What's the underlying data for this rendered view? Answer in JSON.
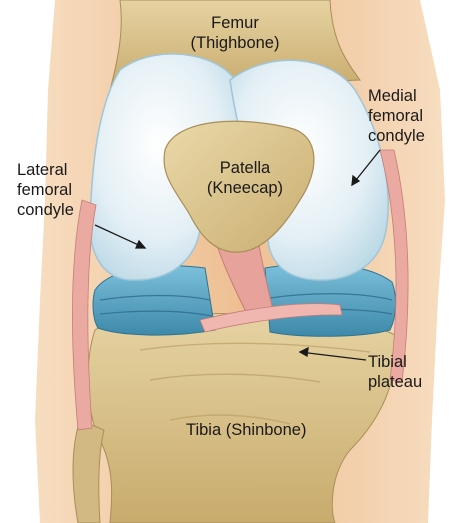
{
  "labels": {
    "femur": "Femur\n(Thighbone)",
    "medial": "Medial\nfemoral\ncondyle",
    "lateral": "Lateral\nfemoral\ncondyle",
    "patella": "Patella\n(Kneecap)",
    "tibial_plateau": "Tibial\nplateau",
    "tibia": "Tibia (Shinbone)"
  },
  "colors": {
    "bone": "#d9c08a",
    "bone_shadow": "#b49860",
    "cartilage": "#dcebf2",
    "cartilage_edge": "#9fc6d8",
    "meniscus": "#4e9fc0",
    "ligament": "#e7a6a0",
    "background_skin": "#f1c69a"
  }
}
